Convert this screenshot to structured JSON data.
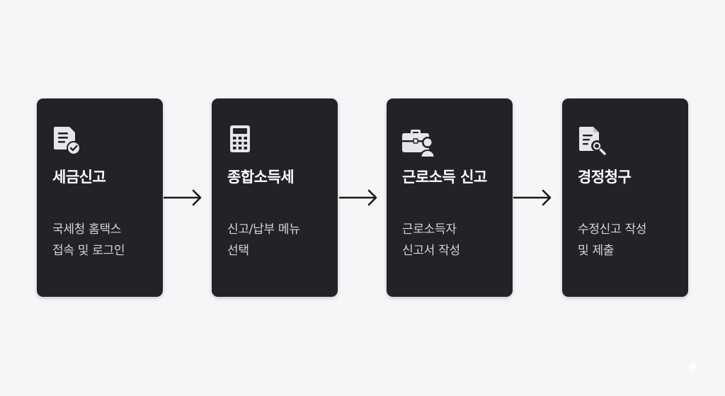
{
  "steps": [
    {
      "icon": "document-check-icon",
      "title": "세금신고",
      "desc_line1": "국세청 홈택스",
      "desc_line2": "접속 및 로그인"
    },
    {
      "icon": "calculator-icon",
      "title": "종합소득세",
      "desc_line1": "신고/납부 메뉴",
      "desc_line2": "선택"
    },
    {
      "icon": "briefcase-user-icon",
      "title": "근로소득 신고",
      "desc_line1": "근로소득자",
      "desc_line2": "신고서 작성"
    },
    {
      "icon": "document-search-icon",
      "title": "경정청구",
      "desc_line1": "수정신고 작성",
      "desc_line2": "및 제출"
    }
  ],
  "colors": {
    "background": "#f4f6f8",
    "card": "#222326",
    "title_text": "#ffffff",
    "desc_text": "#d4d5d8",
    "icon": "#e6e7ea",
    "arrow": "#1a1a1a"
  }
}
